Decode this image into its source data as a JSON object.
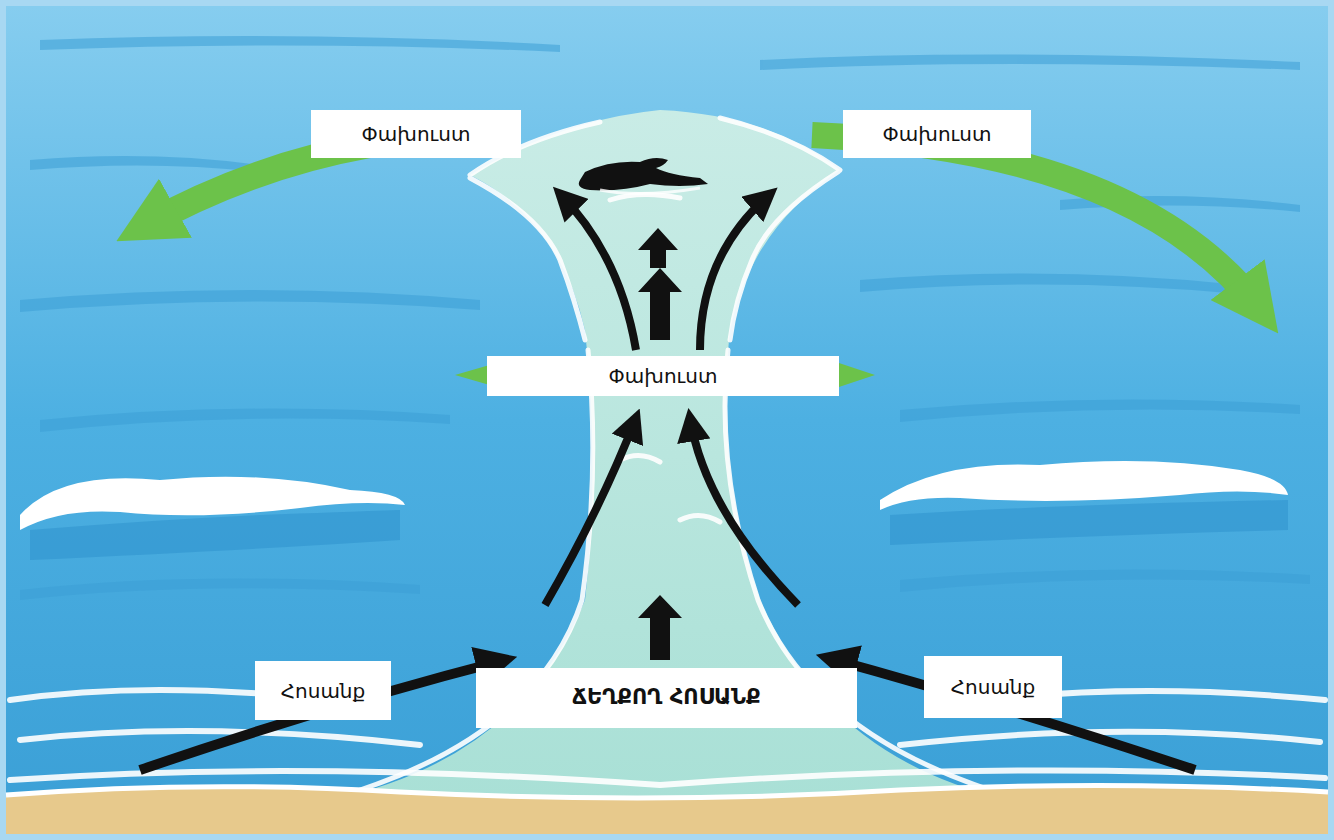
{
  "diagram": {
    "nodes": [
      {
        "text": [
          "Փախուստ"
        ]
      },
      {
        "text": [
          "Փախուստ"
        ]
      },
      {
        "text": [
          "Փախուստ"
        ]
      },
      {
        "text": [
          "Հոսանք"
        ]
      },
      {
        "text": [
          "ՃԵՂՔՈՂ ՀՈՍԱՆՔ"
        ]
      },
      {
        "text": [
          "Հոսանք"
        ]
      }
    ]
  }
}
